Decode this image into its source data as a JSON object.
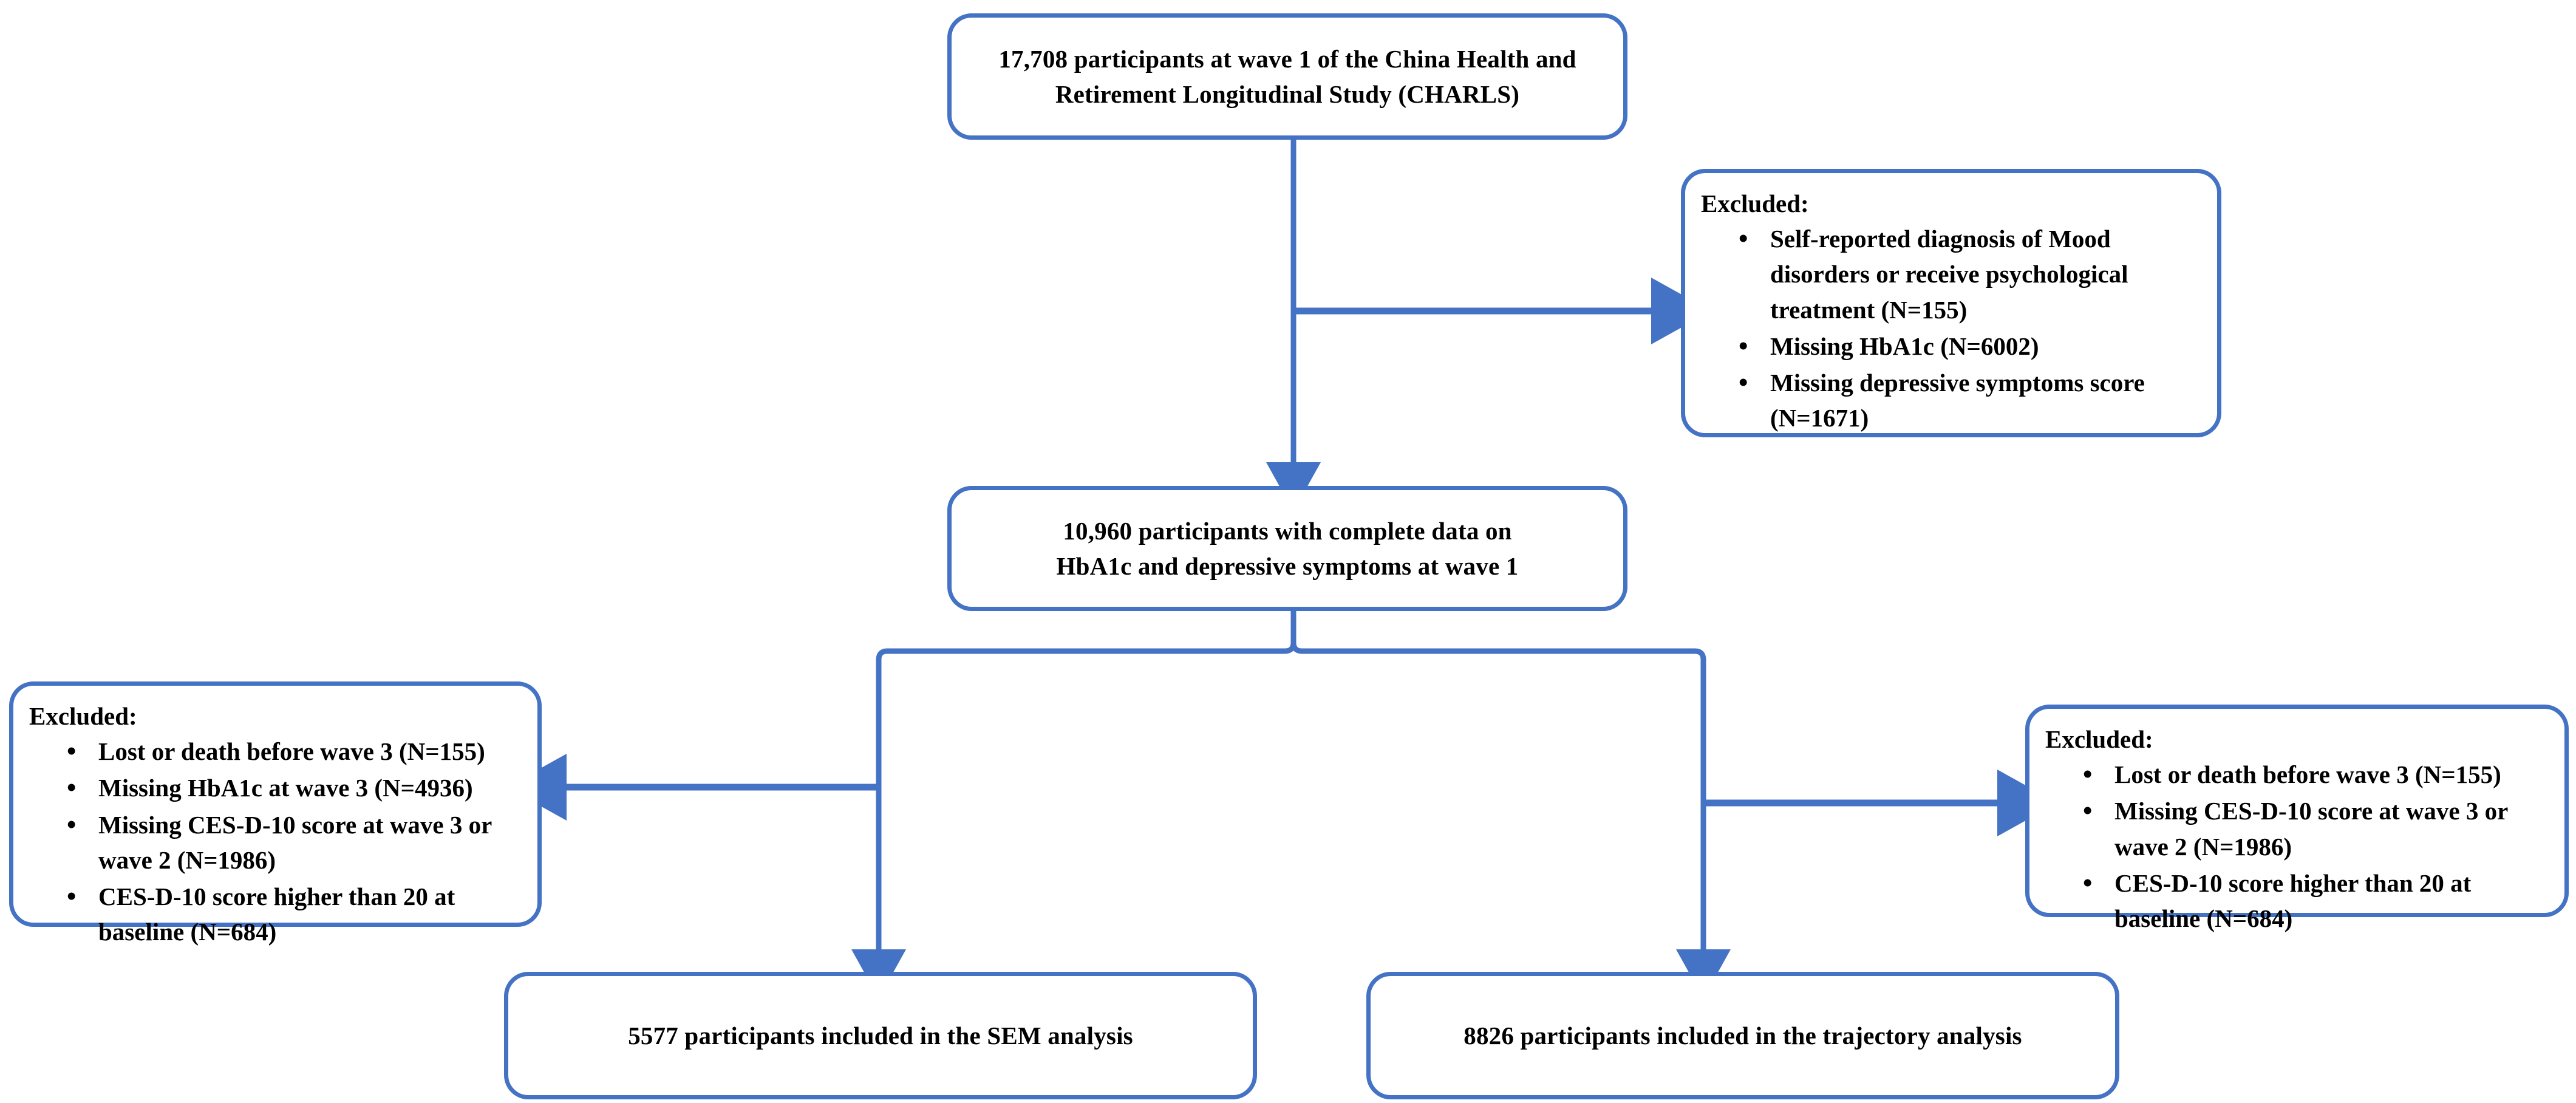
{
  "diagram": {
    "title": "Participant flow diagram",
    "accent_color": "#4472C4",
    "text_color": "#000000",
    "background_color": "#FFFFFF"
  },
  "nodes": {
    "cohort": {
      "line1": "17,708 participants at wave 1 of the China Health and",
      "line2": "Retirement Longitudinal Study (CHARLS)"
    },
    "complete": {
      "line1": "10,960 participants with complete data on",
      "line2": "HbA1c  and depressive symptoms at wave 1"
    },
    "sem": {
      "text": "5577 participants included in the SEM analysis"
    },
    "trajectory": {
      "text": "8826 participants included in the trajectory analysis"
    },
    "excluded_1": {
      "heading": "Excluded:",
      "items": [
        "Self-reported diagnosis of Mood disorders or receive psychological treatment (N=155)",
        "Missing HbA1c  (N=6002)",
        "Missing depressive symptoms score (N=1671)"
      ]
    },
    "excluded_2": {
      "heading": "Excluded:",
      "items": [
        "Lost or death before wave 3 (N=155)",
        "Missing HbA1c at wave 3 (N=4936)",
        "Missing CES-D-10 score at wave 3 or wave 2 (N=1986)",
        "CES-D-10 score higher than 20 at baseline (N=684)"
      ]
    },
    "excluded_3": {
      "heading": "Excluded:",
      "items": [
        "Lost or death before wave 3 (N=155)",
        "Missing CES-D-10 score at wave 3 or wave 2 (N=1986)",
        "CES-D-10 score higher than 20 at baseline (N=684)"
      ]
    }
  },
  "connectors": [
    {
      "name": "cohort-to-complete",
      "from": "cohort",
      "to": "complete",
      "style": "arrow-down"
    },
    {
      "name": "cohort-to-excluded-1",
      "from": "cohort",
      "to": "excluded_1",
      "style": "arrow-right"
    },
    {
      "name": "complete-to-sem",
      "from": "complete",
      "to": "sem",
      "style": "arrow-down"
    },
    {
      "name": "complete-to-trajectory",
      "from": "complete",
      "to": "trajectory",
      "style": "arrow-down"
    },
    {
      "name": "sem-branch-to-excluded-2",
      "from": "complete",
      "to": "excluded_2",
      "style": "arrow-left"
    },
    {
      "name": "trajectory-branch-to-excluded-3",
      "from": "complete",
      "to": "excluded_3",
      "style": "arrow-right"
    }
  ]
}
